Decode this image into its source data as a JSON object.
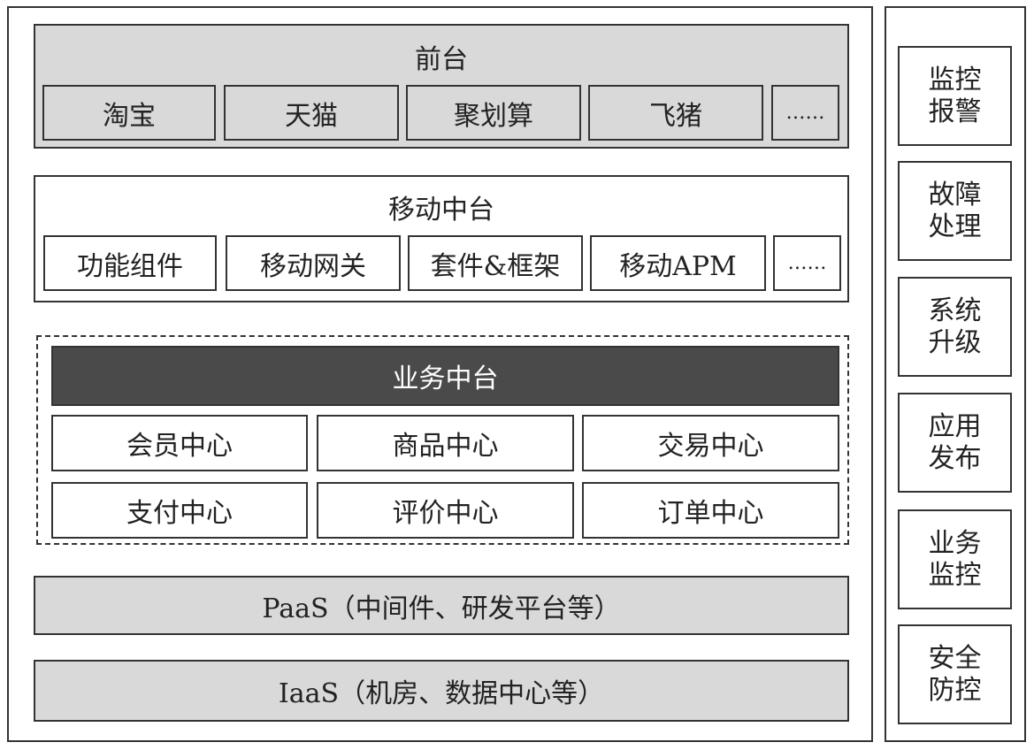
{
  "front": {
    "title": "前台",
    "items": [
      "淘宝",
      "天猫",
      "聚划算",
      "飞猪",
      "……"
    ]
  },
  "mobile": {
    "title": "移动中台",
    "items": [
      "功能组件",
      "移动网关",
      "套件&框架",
      "移动APM",
      "……"
    ]
  },
  "business": {
    "title": "业务中台",
    "items": [
      "会员中心",
      "商品中心",
      "交易中心",
      "支付中心",
      "评价中心",
      "订单中心"
    ]
  },
  "paas": {
    "label": "PaaS（中间件、研发平台等）"
  },
  "iaas": {
    "label": "IaaS（机房、数据中心等）"
  },
  "side": {
    "items": [
      [
        "监控",
        "报警"
      ],
      [
        "故障",
        "处理"
      ],
      [
        "系统",
        "升级"
      ],
      [
        "应用",
        "发布"
      ],
      [
        "业务",
        "监控"
      ],
      [
        "安全",
        "防控"
      ]
    ]
  }
}
